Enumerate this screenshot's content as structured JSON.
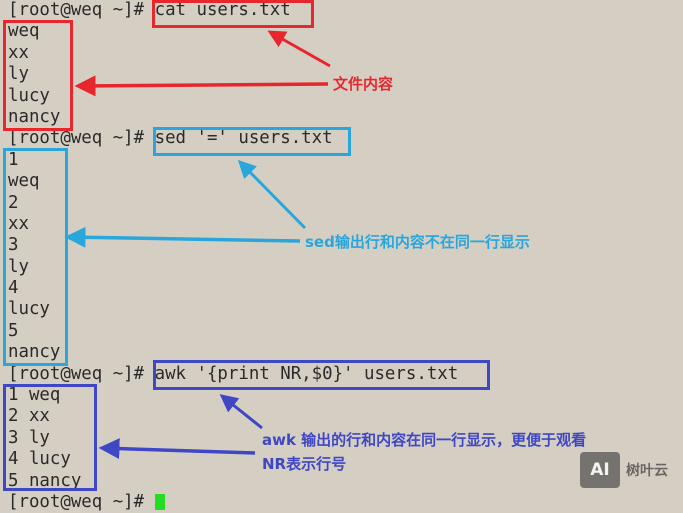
{
  "terminal": {
    "prompt": "[root@weq ~]# ",
    "cat_command": "cat users.txt",
    "cat_output": [
      "weq",
      "xx",
      "ly",
      "lucy",
      "nancy"
    ],
    "sed_command": "sed '=' users.txt",
    "sed_output": [
      "1",
      "weq",
      "2",
      "xx",
      "3",
      "ly",
      "4",
      "lucy",
      "5",
      "nancy"
    ],
    "awk_command": "awk '{print NR,$0}' users.txt",
    "awk_output": [
      "1 weq",
      "2 xx",
      "3 ly",
      "4 lucy",
      "5 nancy"
    ]
  },
  "annotations": {
    "cat_label": "文件内容",
    "sed_label": "sed输出行和内容不在同一行显示",
    "awk_label_1": "awk 输出的行和内容在同一行显示，更便于观看",
    "awk_label_2": "NR表示行号"
  },
  "watermark": {
    "logo": "AI",
    "text": "树叶云"
  },
  "colors": {
    "background": "#d5cfc3",
    "red": "#e8262e",
    "cyan": "#29a6dc",
    "blue": "#3f47c4",
    "cursor": "#22dd22"
  }
}
